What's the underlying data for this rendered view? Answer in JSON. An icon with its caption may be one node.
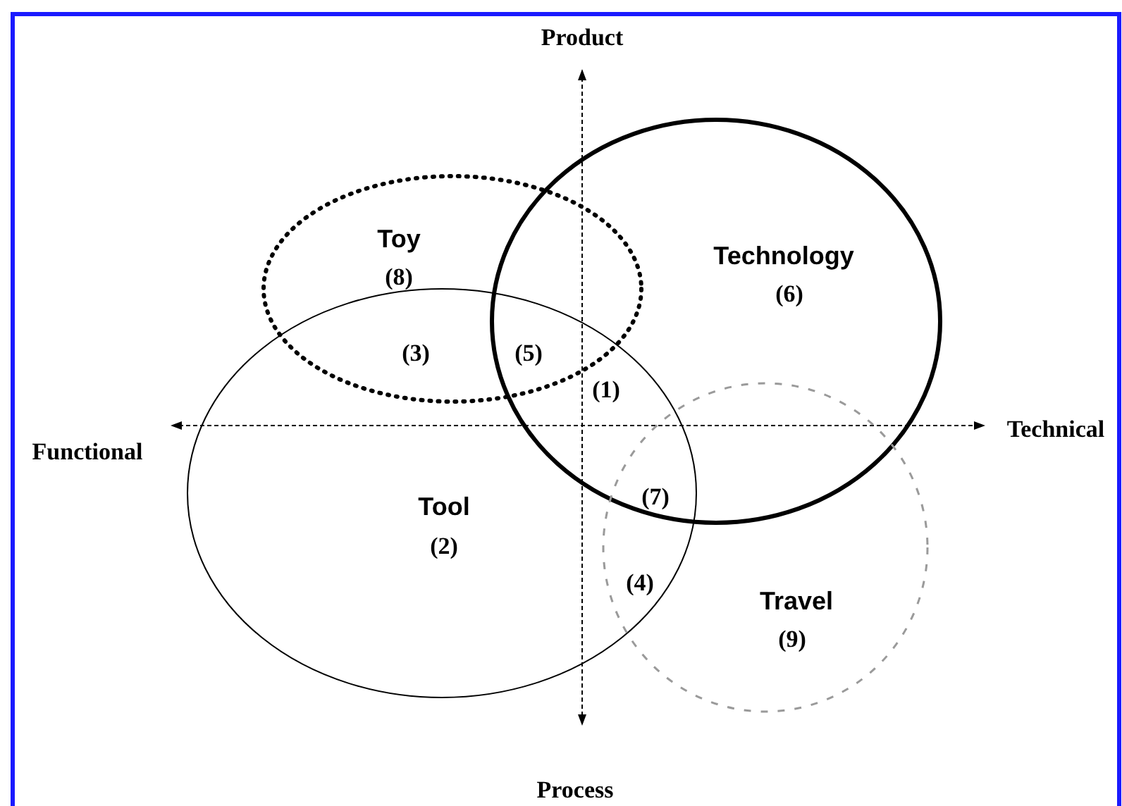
{
  "diagram": {
    "nodes": [
      {
        "text": [
          "Toy",
          "(8)"
        ]
      },
      {
        "text": [
          "Technology",
          "(6)"
        ]
      },
      {
        "text": [
          "Tool",
          "(2)"
        ]
      },
      {
        "text": [
          "Travel",
          "(9)"
        ]
      }
    ],
    "labels": [
      "Product",
      "(3)",
      "(5)",
      "(1)",
      "Technical",
      "Functional",
      "(7)",
      "(4)",
      "Process"
    ]
  }
}
